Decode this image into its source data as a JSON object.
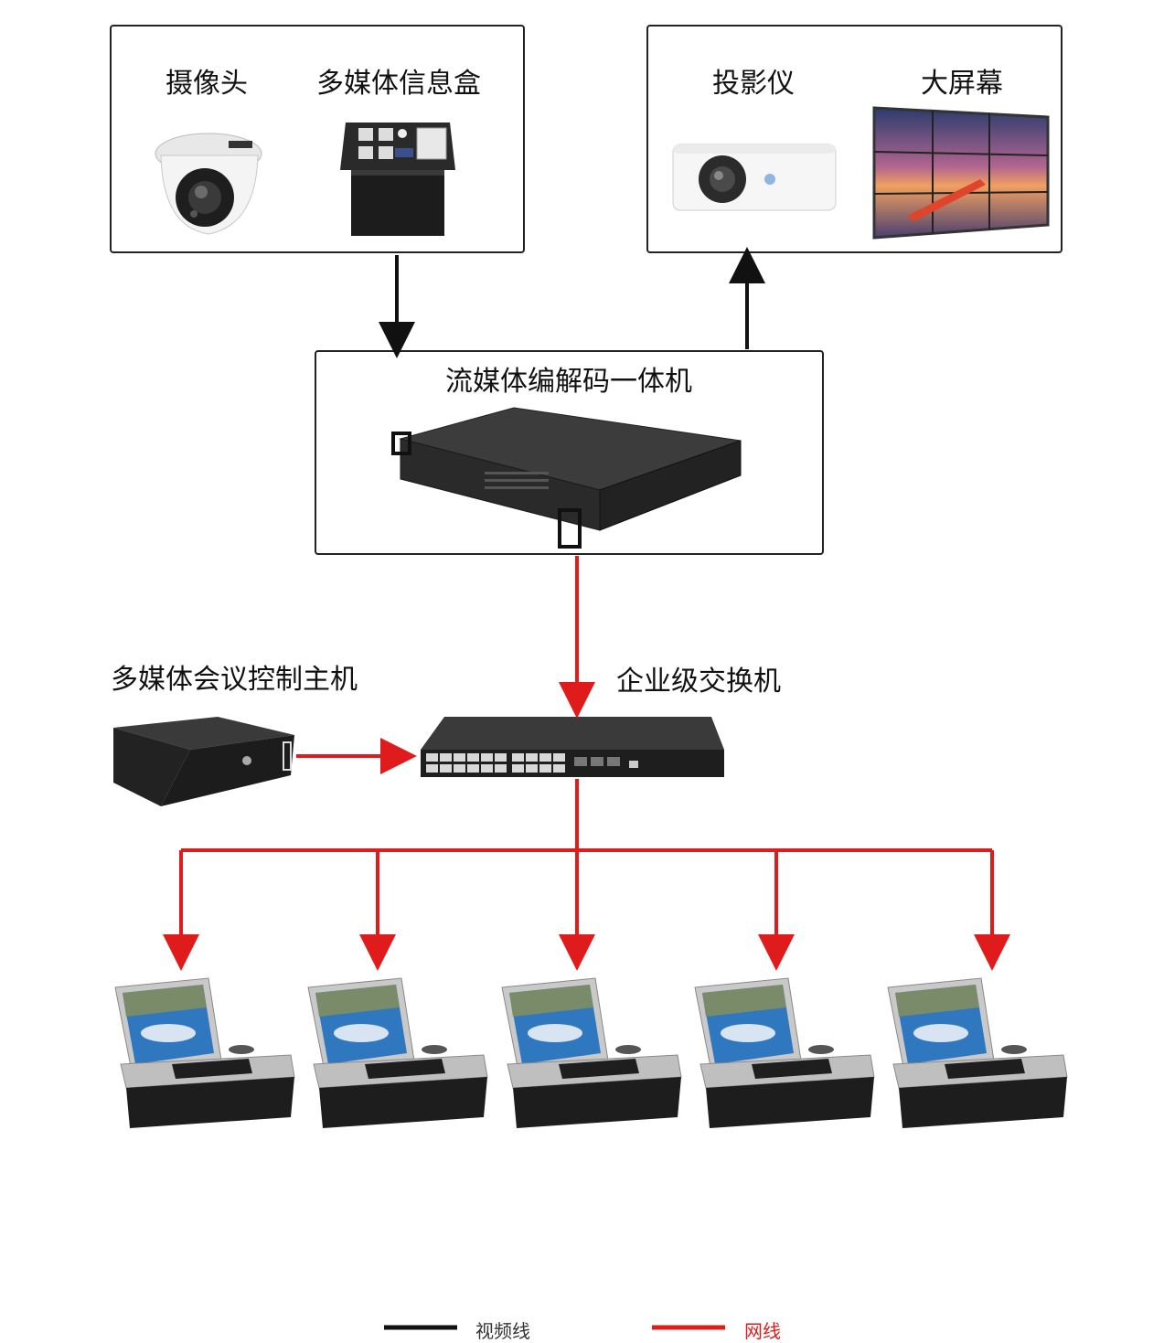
{
  "sources": {
    "camera_label": "摄像头",
    "media_box_label": "多媒体信息盒"
  },
  "outputs": {
    "projector_label": "投影仪",
    "big_screen_label": "大屏幕"
  },
  "codec": {
    "label": "流媒体编解码一体机"
  },
  "control_host": {
    "label": "多媒体会议控制主机"
  },
  "switch": {
    "label": "企业级交换机"
  },
  "terminals": [
    {
      "id": "t1"
    },
    {
      "id": "t2"
    },
    {
      "id": "t3"
    },
    {
      "id": "t4"
    },
    {
      "id": "t5"
    }
  ],
  "legend": {
    "video_label": "视频线",
    "network_label": "网线"
  },
  "colors": {
    "video_line": "#111111",
    "network_line": "#e01b1b"
  }
}
